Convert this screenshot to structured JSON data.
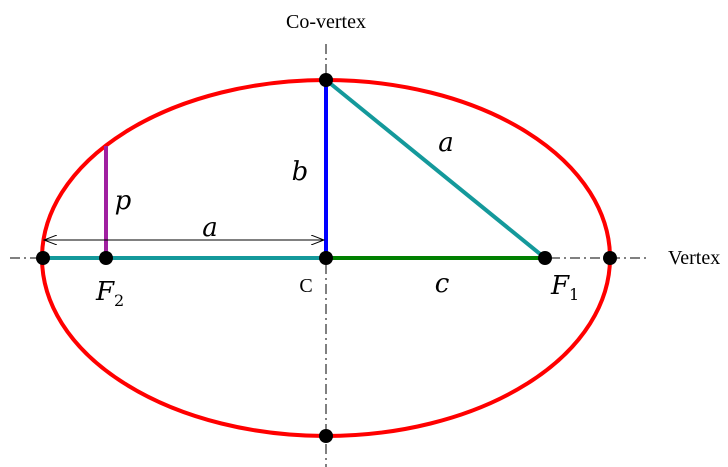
{
  "labels": {
    "co_vertex": "Co-vertex",
    "vertex": "Vertex",
    "center": "C",
    "semi_major_horizontal": "a",
    "semi_major_hypotenuse": "a",
    "semi_minor": "b",
    "focal_distance": "c",
    "semi_latus_rectum": "p",
    "focus_1": "F",
    "focus_1_sub": "1",
    "focus_2": "F",
    "focus_2_sub": "2"
  },
  "colors": {
    "ellipse": "#ff0000",
    "semi_major": "#14999b",
    "semi_minor": "#0000ff",
    "focal": "#008000",
    "latus": "#a020a0",
    "axis": "#000000",
    "point": "#000000"
  }
}
